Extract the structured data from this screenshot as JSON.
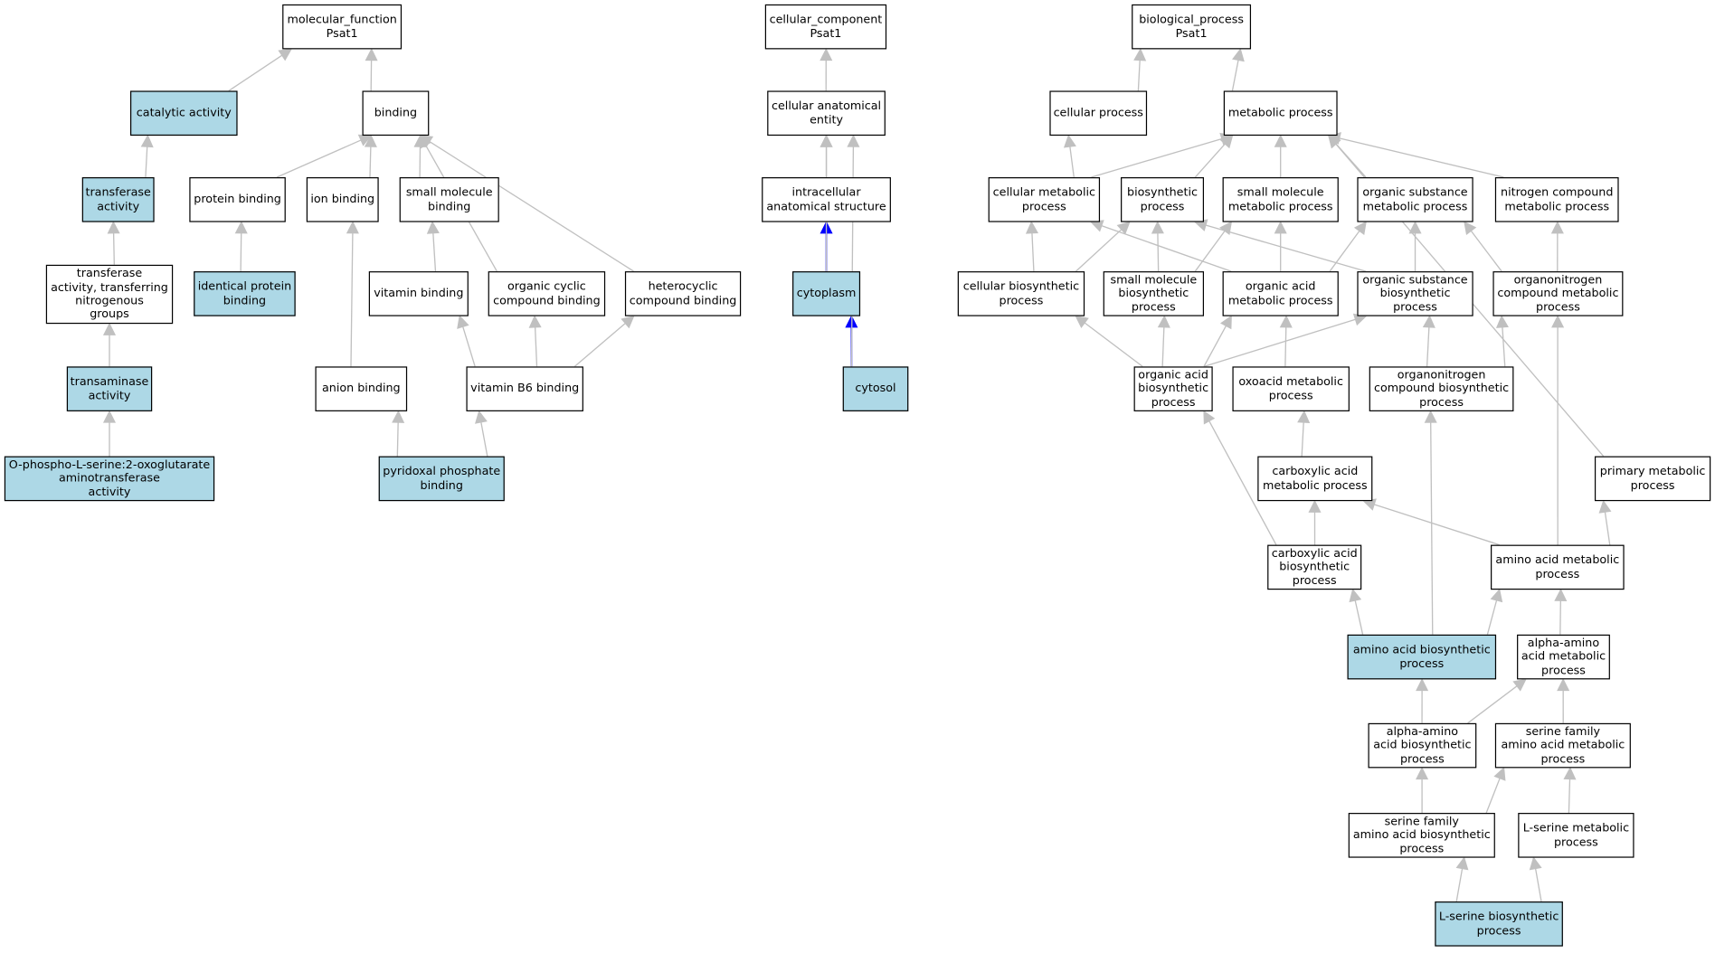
{
  "colors": {
    "highlight": "#add8e6",
    "edge": "#c0c0c0",
    "edge_emphasis": "#0000ff",
    "border": "#000000"
  },
  "nodes": {
    "mf_root": {
      "label": "molecular_function\nPsat1",
      "highlighted": false
    },
    "binding": {
      "label": "binding",
      "highlighted": false
    },
    "catalytic_activity": {
      "label": "catalytic activity",
      "highlighted": true
    },
    "transferase_activity": {
      "label": "transferase\nactivity",
      "highlighted": true
    },
    "protein_binding": {
      "label": "protein binding",
      "highlighted": false
    },
    "ion_binding": {
      "label": "ion binding",
      "highlighted": false
    },
    "small_molecule_binding": {
      "label": "small molecule\nbinding",
      "highlighted": false
    },
    "transferase_nitrogenous": {
      "label": "transferase\nactivity, transferring\nnitrogenous\ngroups",
      "highlighted": false
    },
    "identical_protein_binding": {
      "label": "identical protein\nbinding",
      "highlighted": true
    },
    "vitamin_binding": {
      "label": "vitamin binding",
      "highlighted": false
    },
    "organic_cyclic_binding": {
      "label": "organic cyclic\ncompound binding",
      "highlighted": false
    },
    "heterocyclic_binding": {
      "label": "heterocyclic\ncompound binding",
      "highlighted": false
    },
    "transaminase_activity": {
      "label": "transaminase\nactivity",
      "highlighted": true
    },
    "anion_binding": {
      "label": "anion binding",
      "highlighted": false
    },
    "vitamin_b6_binding": {
      "label": "vitamin B6 binding",
      "highlighted": false
    },
    "psat_activity": {
      "label": "O-phospho-L-serine:2-oxoglutarate\naminotransferase\nactivity",
      "highlighted": true
    },
    "pyridoxal_phosphate_binding": {
      "label": "pyridoxal phosphate\nbinding",
      "highlighted": true
    },
    "cc_root": {
      "label": "cellular_component\nPsat1",
      "highlighted": false
    },
    "cellular_anatomical_entity": {
      "label": "cellular anatomical\nentity",
      "highlighted": false
    },
    "intracellular_structure": {
      "label": "intracellular\nanatomical structure",
      "highlighted": false
    },
    "cytoplasm": {
      "label": "cytoplasm",
      "highlighted": true
    },
    "cytosol": {
      "label": "cytosol",
      "highlighted": true
    },
    "bp_root": {
      "label": "biological_process\nPsat1",
      "highlighted": false
    },
    "cellular_process": {
      "label": "cellular process",
      "highlighted": false
    },
    "metabolic_process": {
      "label": "metabolic process",
      "highlighted": false
    },
    "cellular_metabolic": {
      "label": "cellular metabolic\nprocess",
      "highlighted": false
    },
    "biosynthetic_process": {
      "label": "biosynthetic\nprocess",
      "highlighted": false
    },
    "small_molecule_metabolic": {
      "label": "small molecule\nmetabolic process",
      "highlighted": false
    },
    "organic_substance_metabolic": {
      "label": "organic substance\nmetabolic process",
      "highlighted": false
    },
    "nitrogen_compound_metabolic": {
      "label": "nitrogen compound\nmetabolic process",
      "highlighted": false
    },
    "cellular_biosynthetic": {
      "label": "cellular biosynthetic\nprocess",
      "highlighted": false
    },
    "small_molecule_biosynthetic": {
      "label": "small molecule\nbiosynthetic\nprocess",
      "highlighted": false
    },
    "organic_acid_metabolic": {
      "label": "organic acid\nmetabolic process",
      "highlighted": false
    },
    "organic_substance_biosynthetic": {
      "label": "organic substance\nbiosynthetic\nprocess",
      "highlighted": false
    },
    "organonitrogen_metabolic": {
      "label": "organonitrogen\ncompound metabolic\nprocess",
      "highlighted": false
    },
    "organic_acid_biosynthetic": {
      "label": "organic acid\nbiosynthetic\nprocess",
      "highlighted": false
    },
    "oxoacid_metabolic": {
      "label": "oxoacid metabolic\nprocess",
      "highlighted": false
    },
    "organonitrogen_biosynthetic": {
      "label": "organonitrogen\ncompound biosynthetic\nprocess",
      "highlighted": false
    },
    "carboxylic_acid_metabolic": {
      "label": "carboxylic acid\nmetabolic process",
      "highlighted": false
    },
    "primary_metabolic": {
      "label": "primary metabolic\nprocess",
      "highlighted": false
    },
    "carboxylic_acid_biosynthetic": {
      "label": "carboxylic acid\nbiosynthetic\nprocess",
      "highlighted": false
    },
    "amino_acid_metabolic": {
      "label": "amino acid metabolic\nprocess",
      "highlighted": false
    },
    "amino_acid_biosynthetic": {
      "label": "amino acid biosynthetic\nprocess",
      "highlighted": true
    },
    "alpha_amino_metabolic": {
      "label": "alpha-amino\nacid metabolic\nprocess",
      "highlighted": false
    },
    "alpha_amino_biosynthetic": {
      "label": "alpha-amino\nacid biosynthetic\nprocess",
      "highlighted": false
    },
    "serine_family_metabolic": {
      "label": "serine family\namino acid metabolic\nprocess",
      "highlighted": false
    },
    "serine_family_biosynthetic": {
      "label": "serine family\namino acid biosynthetic\nprocess",
      "highlighted": false
    },
    "l_serine_metabolic": {
      "label": "L-serine metabolic\nprocess",
      "highlighted": false
    },
    "l_serine_biosynthetic": {
      "label": "L-serine biosynthetic\nprocess",
      "highlighted": true
    }
  },
  "edges": [
    {
      "from": "catalytic_activity",
      "to": "mf_root"
    },
    {
      "from": "binding",
      "to": "mf_root"
    },
    {
      "from": "transferase_activity",
      "to": "catalytic_activity"
    },
    {
      "from": "transferase_nitrogenous",
      "to": "transferase_activity"
    },
    {
      "from": "transaminase_activity",
      "to": "transferase_nitrogenous"
    },
    {
      "from": "psat_activity",
      "to": "transaminase_activity"
    },
    {
      "from": "protein_binding",
      "to": "binding"
    },
    {
      "from": "identical_protein_binding",
      "to": "protein_binding"
    },
    {
      "from": "ion_binding",
      "to": "binding"
    },
    {
      "from": "small_molecule_binding",
      "to": "binding"
    },
    {
      "from": "organic_cyclic_binding",
      "to": "binding"
    },
    {
      "from": "heterocyclic_binding",
      "to": "binding"
    },
    {
      "from": "vitamin_binding",
      "to": "small_molecule_binding"
    },
    {
      "from": "anion_binding",
      "to": "ion_binding"
    },
    {
      "from": "vitamin_b6_binding",
      "to": "vitamin_binding"
    },
    {
      "from": "vitamin_b6_binding",
      "to": "organic_cyclic_binding"
    },
    {
      "from": "vitamin_b6_binding",
      "to": "heterocyclic_binding"
    },
    {
      "from": "pyridoxal_phosphate_binding",
      "to": "anion_binding"
    },
    {
      "from": "pyridoxal_phosphate_binding",
      "to": "vitamin_b6_binding"
    },
    {
      "from": "cellular_anatomical_entity",
      "to": "cc_root"
    },
    {
      "from": "intracellular_structure",
      "to": "cellular_anatomical_entity"
    },
    {
      "from": "cytoplasm",
      "to": "intracellular_structure",
      "emphasis": true
    },
    {
      "from": "cytoplasm",
      "to": "cellular_anatomical_entity"
    },
    {
      "from": "cytosol",
      "to": "cytoplasm",
      "emphasis": true
    },
    {
      "from": "cytosol",
      "to": "cellular_anatomical_entity"
    },
    {
      "from": "cellular_process",
      "to": "bp_root"
    },
    {
      "from": "metabolic_process",
      "to": "bp_root"
    },
    {
      "from": "cellular_metabolic",
      "to": "cellular_process"
    },
    {
      "from": "cellular_metabolic",
      "to": "metabolic_process"
    },
    {
      "from": "biosynthetic_process",
      "to": "metabolic_process"
    },
    {
      "from": "small_molecule_metabolic",
      "to": "metabolic_process"
    },
    {
      "from": "organic_substance_metabolic",
      "to": "metabolic_process"
    },
    {
      "from": "nitrogen_compound_metabolic",
      "to": "metabolic_process"
    },
    {
      "from": "primary_metabolic",
      "to": "metabolic_process"
    },
    {
      "from": "cellular_biosynthetic",
      "to": "cellular_metabolic"
    },
    {
      "from": "cellular_biosynthetic",
      "to": "biosynthetic_process"
    },
    {
      "from": "small_molecule_biosynthetic",
      "to": "biosynthetic_process"
    },
    {
      "from": "small_molecule_biosynthetic",
      "to": "small_molecule_metabolic"
    },
    {
      "from": "organic_acid_metabolic",
      "to": "cellular_metabolic"
    },
    {
      "from": "organic_acid_metabolic",
      "to": "small_molecule_metabolic"
    },
    {
      "from": "organic_acid_metabolic",
      "to": "organic_substance_metabolic"
    },
    {
      "from": "organic_substance_biosynthetic",
      "to": "biosynthetic_process"
    },
    {
      "from": "organic_substance_biosynthetic",
      "to": "organic_substance_metabolic"
    },
    {
      "from": "organonitrogen_metabolic",
      "to": "organic_substance_metabolic"
    },
    {
      "from": "organonitrogen_metabolic",
      "to": "nitrogen_compound_metabolic"
    },
    {
      "from": "organic_acid_biosynthetic",
      "to": "cellular_biosynthetic"
    },
    {
      "from": "organic_acid_biosynthetic",
      "to": "small_molecule_biosynthetic"
    },
    {
      "from": "organic_acid_biosynthetic",
      "to": "organic_acid_metabolic"
    },
    {
      "from": "organic_acid_biosynthetic",
      "to": "organic_substance_biosynthetic"
    },
    {
      "from": "oxoacid_metabolic",
      "to": "organic_acid_metabolic"
    },
    {
      "from": "organonitrogen_biosynthetic",
      "to": "organic_substance_biosynthetic"
    },
    {
      "from": "organonitrogen_biosynthetic",
      "to": "organonitrogen_metabolic"
    },
    {
      "from": "carboxylic_acid_metabolic",
      "to": "oxoacid_metabolic"
    },
    {
      "from": "carboxylic_acid_biosynthetic",
      "to": "carboxylic_acid_metabolic"
    },
    {
      "from": "carboxylic_acid_biosynthetic",
      "to": "organic_acid_biosynthetic"
    },
    {
      "from": "amino_acid_metabolic",
      "to": "carboxylic_acid_metabolic"
    },
    {
      "from": "amino_acid_metabolic",
      "to": "primary_metabolic"
    },
    {
      "from": "amino_acid_metabolic",
      "to": "organonitrogen_metabolic"
    },
    {
      "from": "amino_acid_biosynthetic",
      "to": "carboxylic_acid_biosynthetic"
    },
    {
      "from": "amino_acid_biosynthetic",
      "to": "amino_acid_metabolic"
    },
    {
      "from": "amino_acid_biosynthetic",
      "to": "organonitrogen_biosynthetic"
    },
    {
      "from": "alpha_amino_metabolic",
      "to": "amino_acid_metabolic"
    },
    {
      "from": "alpha_amino_biosynthetic",
      "to": "amino_acid_biosynthetic"
    },
    {
      "from": "alpha_amino_biosynthetic",
      "to": "alpha_amino_metabolic"
    },
    {
      "from": "serine_family_metabolic",
      "to": "alpha_amino_metabolic"
    },
    {
      "from": "serine_family_biosynthetic",
      "to": "alpha_amino_biosynthetic"
    },
    {
      "from": "serine_family_biosynthetic",
      "to": "serine_family_metabolic"
    },
    {
      "from": "l_serine_metabolic",
      "to": "serine_family_metabolic"
    },
    {
      "from": "l_serine_biosynthetic",
      "to": "serine_family_biosynthetic"
    },
    {
      "from": "l_serine_biosynthetic",
      "to": "l_serine_metabolic"
    }
  ]
}
